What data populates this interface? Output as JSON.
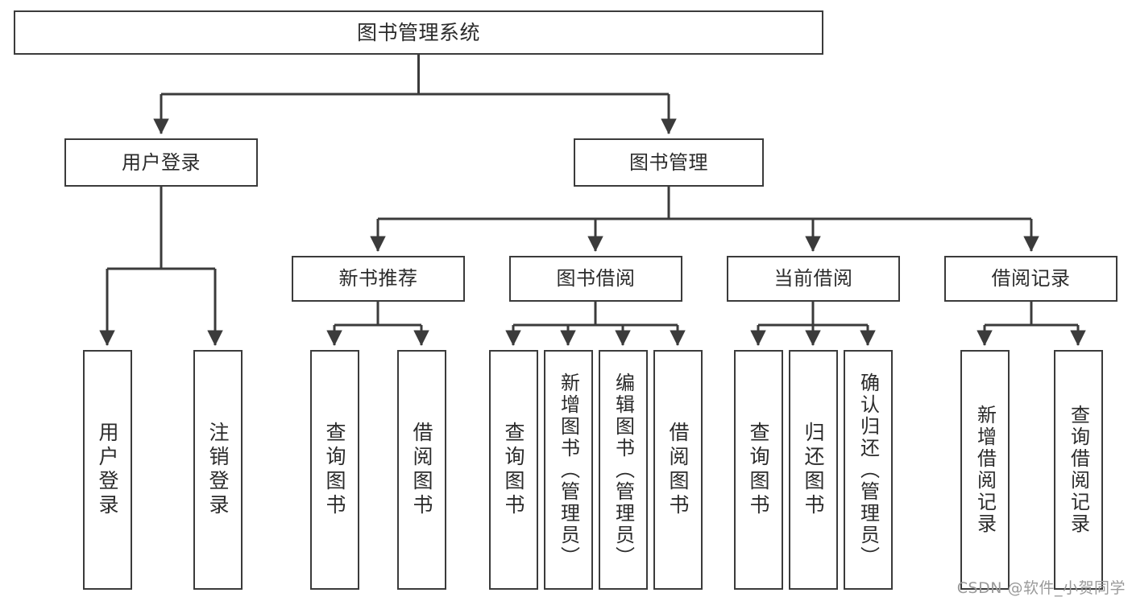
{
  "diagram": {
    "type": "tree-hierarchy",
    "title": "图书管理系统",
    "watermark": "CSDN @软件_小贺同学",
    "style": {
      "border_color": "#3b3b3b",
      "fill_color": "#ffffff",
      "text_color": "#2b2b2b",
      "background": "#ffffff",
      "watermark_color": "#9a9a9a"
    },
    "levels": {
      "root": "图书管理系统",
      "level2": [
        "用户登录",
        "图书管理"
      ],
      "level3": [
        "新书推荐",
        "图书借阅",
        "当前借阅",
        "借阅记录"
      ]
    },
    "nodes": {
      "root": {
        "label": "图书管理系统"
      },
      "user_login": {
        "label": "用户登录"
      },
      "book_manage": {
        "label": "图书管理"
      },
      "new_book_rec": {
        "label": "新书推荐"
      },
      "book_borrow": {
        "label": "图书借阅"
      },
      "current_borrow": {
        "label": "当前借阅"
      },
      "borrow_record": {
        "label": "借阅记录"
      },
      "leaf_user_login": {
        "label": "用户登录"
      },
      "leaf_logout": {
        "label": "注销登录"
      },
      "leaf_query_book_a": {
        "label": "查询图书"
      },
      "leaf_borrow_book_a": {
        "label": "借阅图书"
      },
      "leaf_query_book_b": {
        "label": "查询图书"
      },
      "leaf_add_book": {
        "label": "新增图书（管理员）"
      },
      "leaf_edit_book": {
        "label": "编辑图书（管理员）"
      },
      "leaf_borrow_book_b": {
        "label": "借阅图书"
      },
      "leaf_query_book_c": {
        "label": "查询图书"
      },
      "leaf_return_book": {
        "label": "归还图书"
      },
      "leaf_confirm_return": {
        "label": "确认归还（管理员）"
      },
      "leaf_add_record": {
        "label": "新增借阅记录"
      },
      "leaf_query_record": {
        "label": "查询借阅记录"
      }
    },
    "edges": [
      {
        "from": "root",
        "to": "user_login"
      },
      {
        "from": "root",
        "to": "book_manage"
      },
      {
        "from": "user_login",
        "to": "leaf_user_login"
      },
      {
        "from": "user_login",
        "to": "leaf_logout"
      },
      {
        "from": "book_manage",
        "to": "new_book_rec"
      },
      {
        "from": "book_manage",
        "to": "book_borrow"
      },
      {
        "from": "book_manage",
        "to": "current_borrow"
      },
      {
        "from": "book_manage",
        "to": "borrow_record"
      },
      {
        "from": "new_book_rec",
        "to": "leaf_query_book_a"
      },
      {
        "from": "new_book_rec",
        "to": "leaf_borrow_book_a"
      },
      {
        "from": "book_borrow",
        "to": "leaf_query_book_b"
      },
      {
        "from": "book_borrow",
        "to": "leaf_add_book"
      },
      {
        "from": "book_borrow",
        "to": "leaf_edit_book"
      },
      {
        "from": "book_borrow",
        "to": "leaf_borrow_book_b"
      },
      {
        "from": "current_borrow",
        "to": "leaf_query_book_c"
      },
      {
        "from": "current_borrow",
        "to": "leaf_return_book"
      },
      {
        "from": "current_borrow",
        "to": "leaf_confirm_return"
      },
      {
        "from": "borrow_record",
        "to": "leaf_add_record"
      },
      {
        "from": "borrow_record",
        "to": "leaf_query_record"
      }
    ]
  }
}
